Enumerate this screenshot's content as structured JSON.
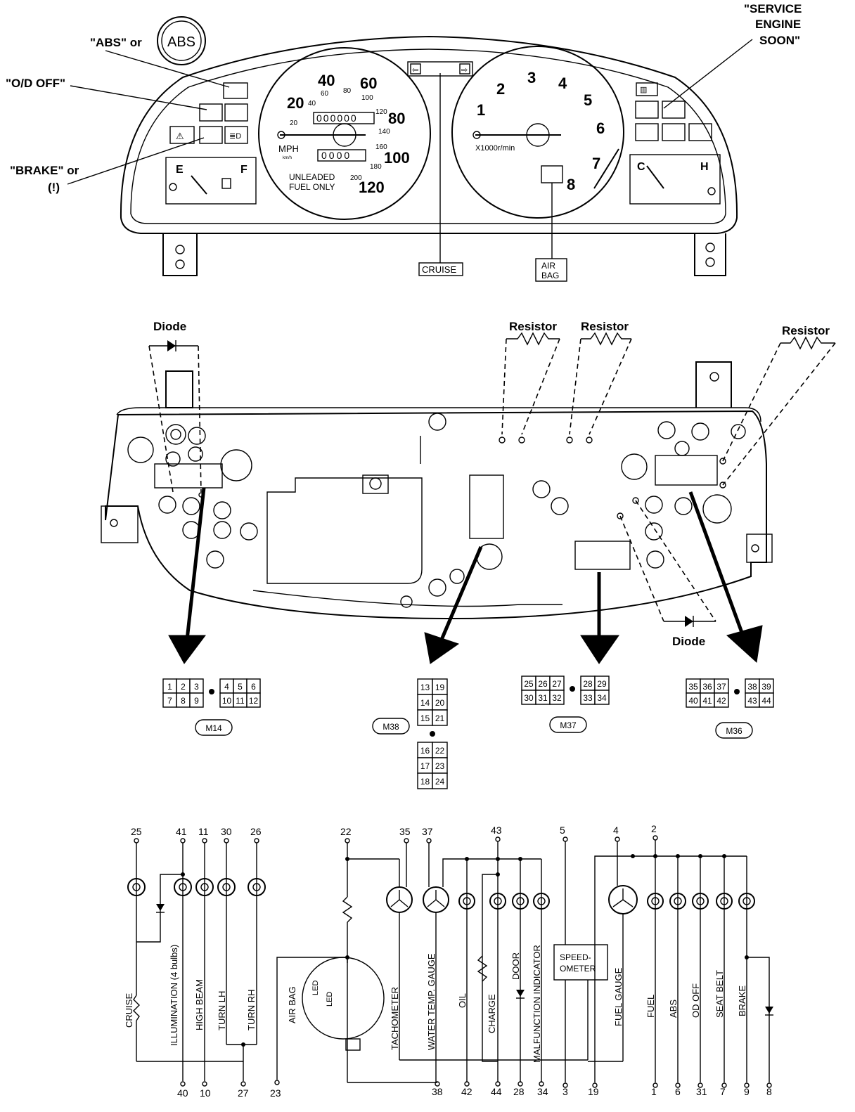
{
  "cluster_front": {
    "callouts": {
      "service_engine_soon": [
        "\"SERVICE",
        "ENGINE",
        "SOON\""
      ],
      "abs": "\"ABS\" or",
      "abs_symbol": "ABS",
      "od_off": "\"O/D OFF\"",
      "brake": "\"BRAKE\" or",
      "brake_symbol": "(!)"
    },
    "speedometer": {
      "mph_labels": [
        "20",
        "40",
        "60",
        "80",
        "100",
        "120"
      ],
      "kmh_labels": [
        "20",
        "40",
        "60",
        "80",
        "100",
        "120",
        "140",
        "160",
        "180",
        "200"
      ],
      "odometer": "000000",
      "trip": "0000",
      "unit": "MPH",
      "unit_sub": "km/h",
      "fuel_note": [
        "UNLEADED",
        "FUEL ONLY"
      ]
    },
    "tachometer": {
      "labels": [
        "1",
        "2",
        "3",
        "4",
        "5",
        "6",
        "7",
        "8"
      ],
      "unit": "X1000r/min"
    },
    "fuel_gauge": {
      "empty": "E",
      "full": "F"
    },
    "temp_gauge": {
      "cold": "C",
      "hot": "H"
    },
    "cruise_label": "CRUISE",
    "airbag_label": [
      "AIR",
      "BAG"
    ]
  },
  "cluster_back": {
    "diode_label": "Diode",
    "resistor_label": "Resistor",
    "diode_label_2": "Diode"
  },
  "connectors": [
    {
      "id": "M14",
      "top": [
        "1",
        "2",
        "3",
        "4",
        "5",
        "6"
      ],
      "bottom": [
        "7",
        "8",
        "9",
        "10",
        "11",
        "12"
      ]
    },
    {
      "id": "M38",
      "left": [
        "13",
        "14",
        "15",
        "16",
        "17",
        "18"
      ],
      "right": [
        "19",
        "20",
        "21",
        "22",
        "23",
        "24"
      ]
    },
    {
      "id": "M37",
      "top": [
        "25",
        "26",
        "27",
        "28",
        "29"
      ],
      "bottom": [
        "30",
        "31",
        "32",
        "33",
        "34"
      ]
    },
    {
      "id": "M36",
      "top": [
        "35",
        "36",
        "37",
        "38",
        "39"
      ],
      "bottom": [
        "40",
        "41",
        "42",
        "43",
        "44"
      ]
    }
  ],
  "schematic": {
    "top_terminals": [
      "25",
      "41",
      "11",
      "30",
      "26",
      "22",
      "35",
      "37",
      "43",
      "5",
      "4",
      "2"
    ],
    "bottom_terminals": [
      "40",
      "10",
      "27",
      "23",
      "38",
      "42",
      "44",
      "28",
      "34",
      "3",
      "19",
      "1",
      "6",
      "31",
      "7",
      "9",
      "8"
    ],
    "circuit_labels": [
      "CRUISE",
      "ILLUMINATION (4 bulbs)",
      "HIGH BEAM",
      "TURN LH",
      "TURN RH",
      "AIR BAG",
      "TACHOMETER",
      "WATER TEMP. GAUGE",
      "OIL",
      "CHARGE",
      "DOOR",
      "MALFUNCTION INDICATOR",
      "FUEL GAUGE",
      "FUEL",
      "ABS",
      "OD OFF",
      "SEAT BELT",
      "BRAKE"
    ],
    "speedometer_box": [
      "SPEED-",
      "OMETER"
    ],
    "led_label": "LED"
  }
}
